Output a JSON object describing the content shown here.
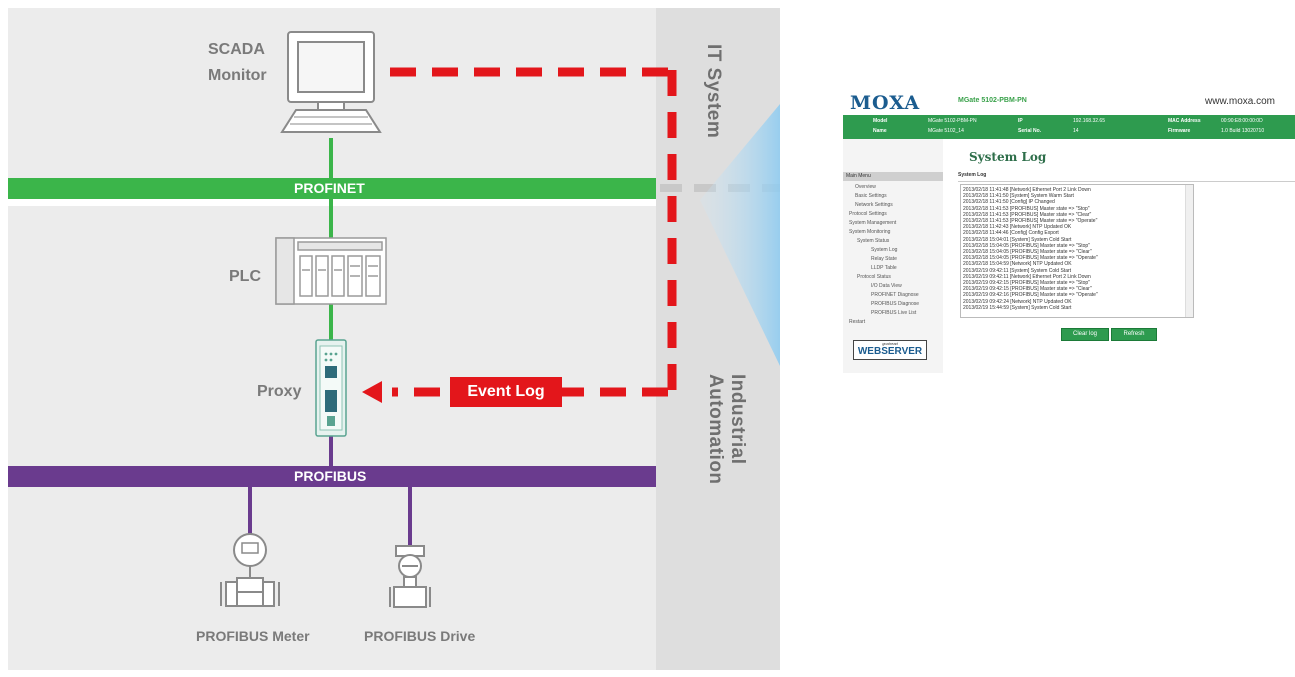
{
  "diagram": {
    "devices": {
      "scada_label": [
        "SCADA",
        "Monitor"
      ],
      "plc_label": "PLC",
      "proxy_label": "Proxy",
      "meter_label": "PROFIBUS Meter",
      "drive_label": "PROFIBUS Drive"
    },
    "buses": {
      "profinet": "PROFINET",
      "profibus": "PROFIBUS"
    },
    "zones": {
      "it_system": "IT System",
      "industrial_automation": "Industrial Automation"
    },
    "event_log_label": "Event Log",
    "colors": {
      "profinet": "#3bb54a",
      "profibus": "#6a3b8e",
      "event_path": "#e3161b",
      "zone_bg": "#ececec",
      "it_band": "#dedede"
    }
  },
  "webpage": {
    "logo": "MOXA",
    "model_title": "MGate 5102-PBM-PN",
    "site": "www.moxa.com",
    "info": [
      {
        "label": "Model",
        "value": "MGate 5102-PBM-PN"
      },
      {
        "label": "Name",
        "value": "MGate 5102_14"
      },
      {
        "label": "IP",
        "value": "192.168.32.65"
      },
      {
        "label": "Serial No.",
        "value": "14"
      },
      {
        "label": "MAC Address",
        "value": "00:90:E8:00:00:0D"
      },
      {
        "label": "Firmware",
        "value": "1.0 Build 13020710"
      }
    ],
    "menu_head": "Main Menu",
    "menu": [
      "Overview",
      "Basic Settings",
      "Network Settings",
      "Protocol Settings",
      "System Management",
      "System Monitoring",
      "System Status",
      "System Log",
      "Relay State",
      "LLDP Table",
      "Protocol Status",
      "I/O Data View",
      "PROFINET Diagnose",
      "PROFIBUS Diagnose",
      "PROFIBUS Live List",
      "Restart"
    ],
    "page_title": "System Log",
    "section": "System Log",
    "log_lines": [
      "2013/02/18 11:41:48 [Network] Ethernet Port 2 Link Down",
      "2013/02/18 11:41:50 [System] System Warm Start",
      "2013/02/18 11:41:50 [Config] IP Changed",
      "2013/02/18 11:41:53 [PROFIBUS] Master state => \"Stop\"",
      "2013/02/18 11:41:53 [PROFIBUS] Master state => \"Clear\"",
      "2013/02/18 11:41:53 [PROFIBUS] Master state => \"Operate\"",
      "2013/02/18 11:42:43 [Network] NTP Updated OK",
      "2013/02/18 11:44:46 [Config] Config Export",
      "2013/02/18 15:04:01 [System] System Cold Start",
      "2013/02/18 15:04:05 [PROFIBUS] Master state => \"Stop\"",
      "2013/02/18 15:04:05 [PROFIBUS] Master state => \"Clear\"",
      "2013/02/18 15:04:05 [PROFIBUS] Master state => \"Operate\"",
      "2013/02/18 15:04:59 [Network] NTP Updated OK",
      "2013/02/19 09:42:11 [System] System Cold Start",
      "2013/02/19 09:42:11 [Network] Ethernet Port 2 Link Down",
      "2013/02/19 09:42:15 [PROFIBUS] Master state => \"Stop\"",
      "2013/02/19 09:42:15 [PROFIBUS] Master state => \"Clear\"",
      "2013/02/19 09:42:16 [PROFIBUS] Master state => \"Operate\"",
      "2013/02/19 09:42:24 [Network] NTP Updated OK",
      "2013/02/19 15:44:59 [System] System Cold Start"
    ],
    "buttons": {
      "clear": "Clear log",
      "refresh": "Refresh"
    },
    "badge_top": "goahead",
    "badge_main": "WEBSERVER"
  }
}
